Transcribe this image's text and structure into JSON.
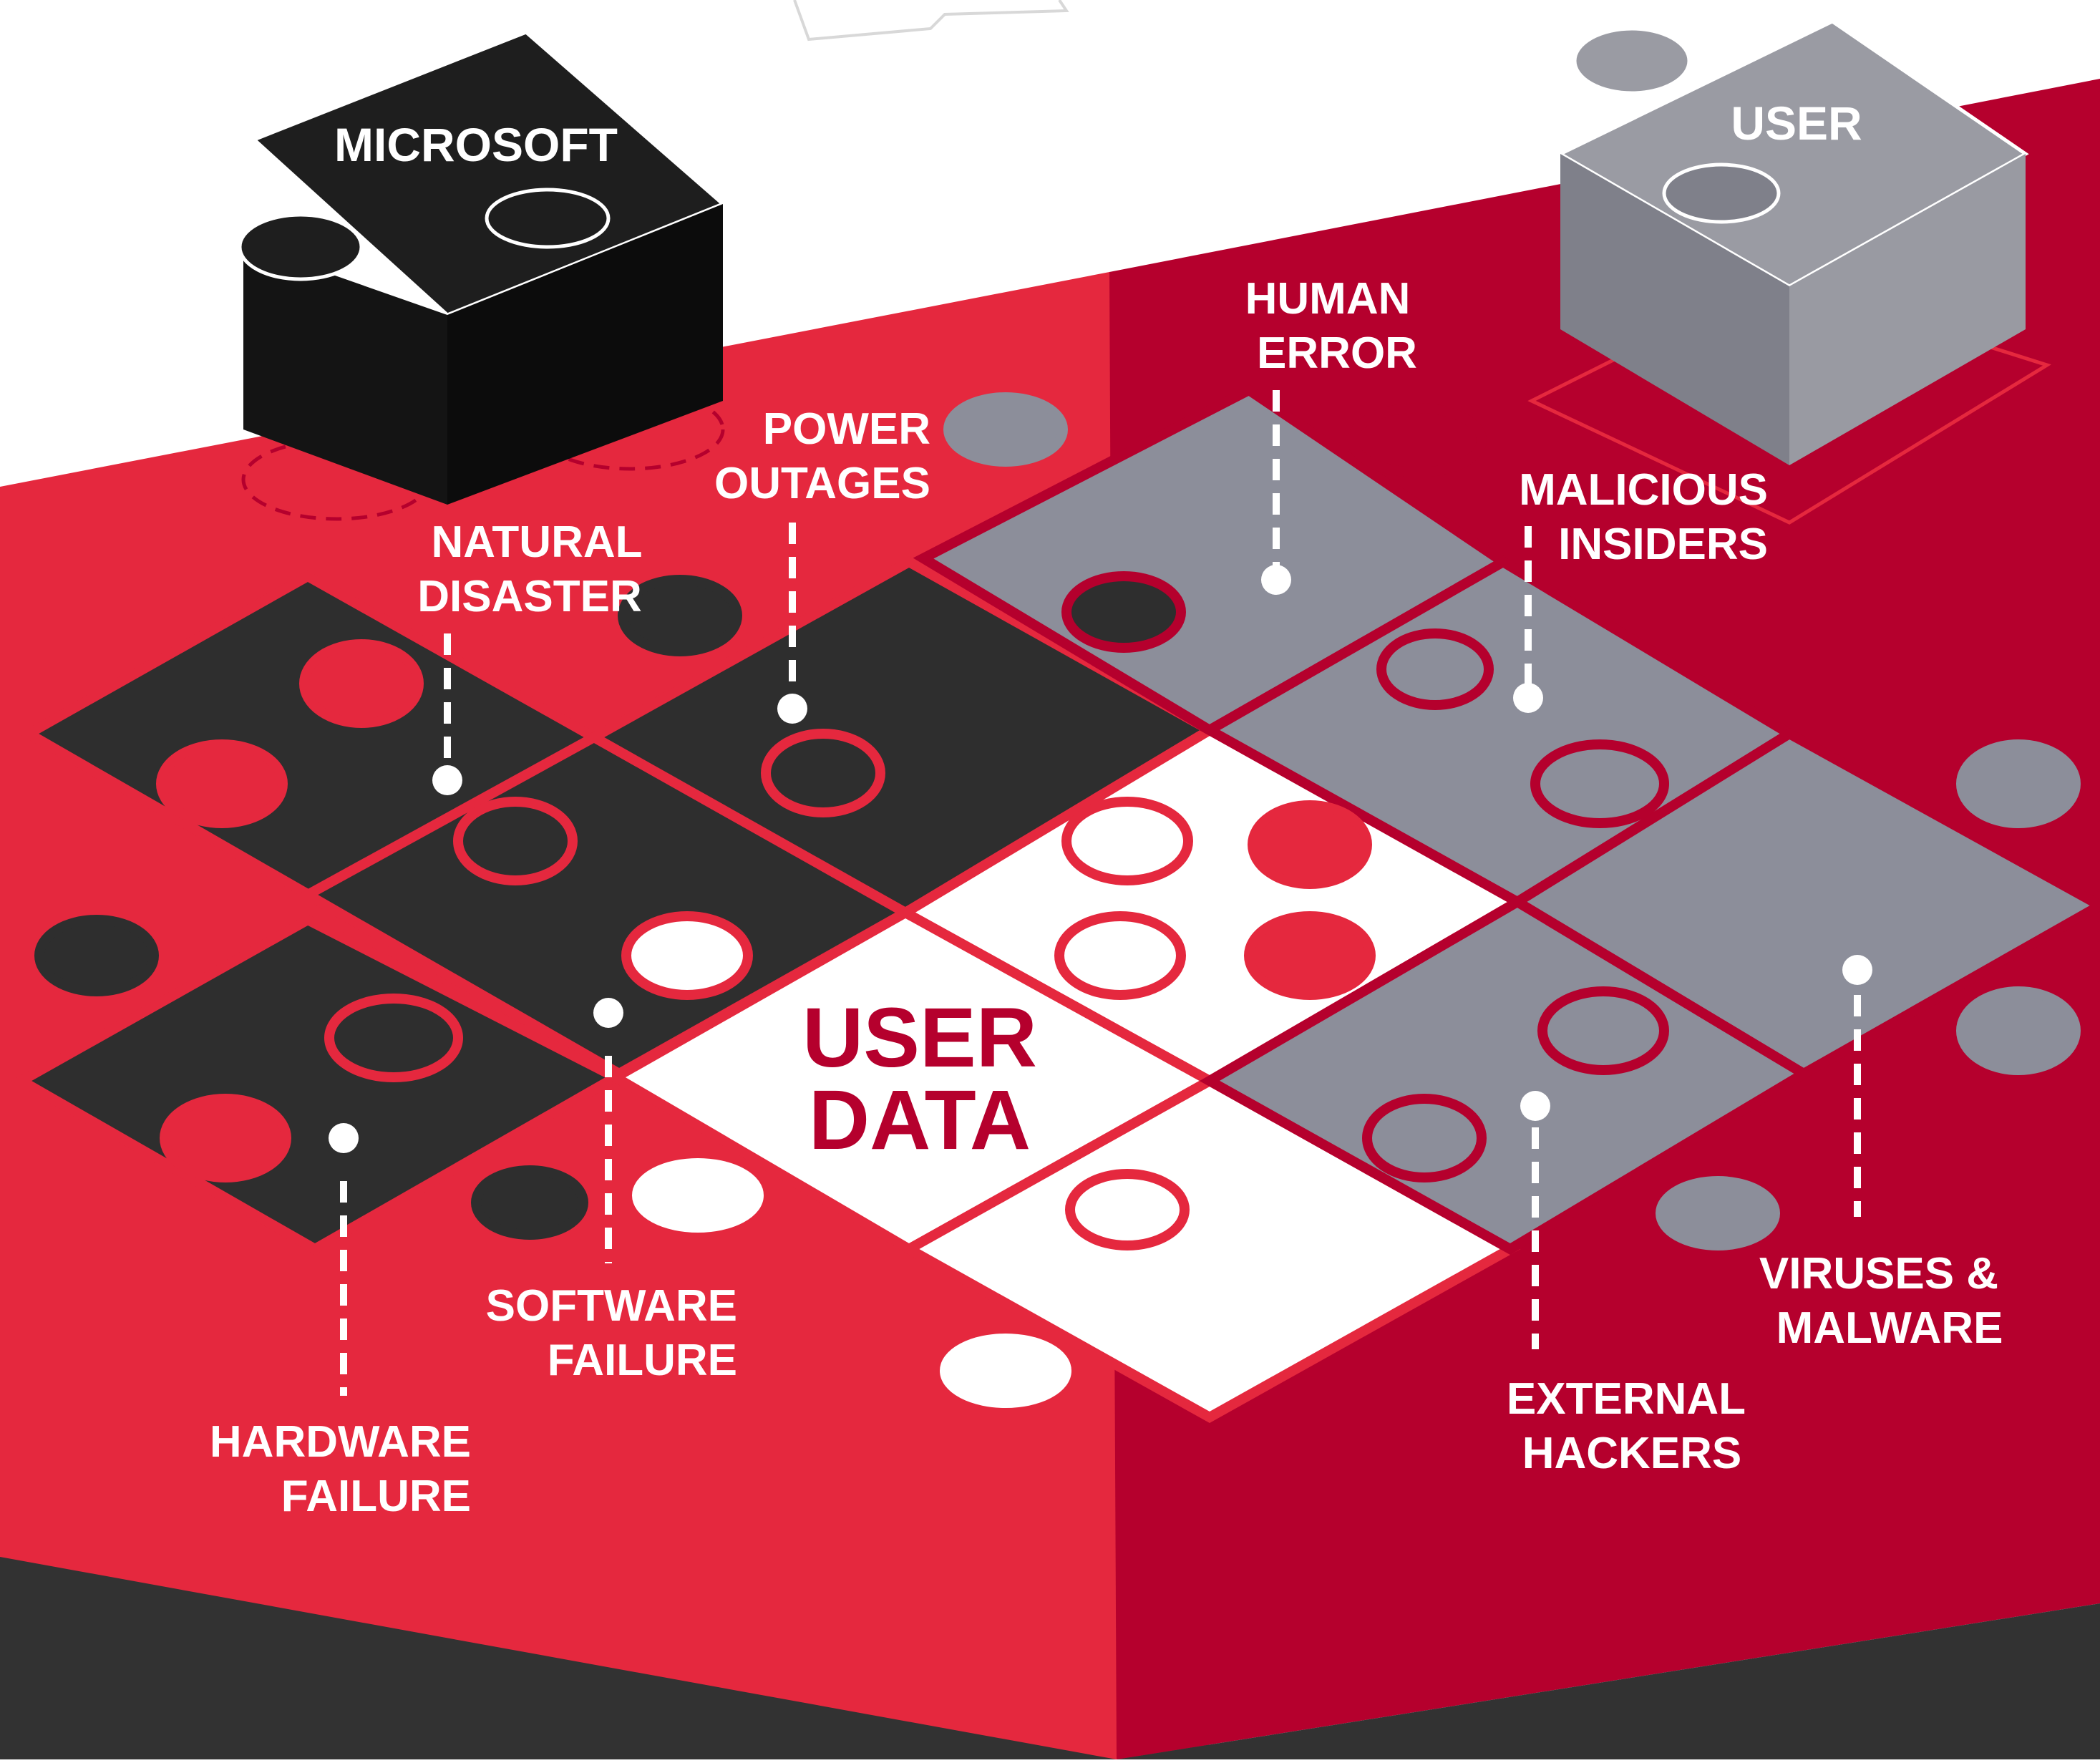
{
  "colors": {
    "bright_red": "#e5283e",
    "deep_red": "#b5002d",
    "charcoal": "#2e2e2e",
    "gray": "#8c8e9a",
    "white": "#ffffff"
  },
  "blocks": {
    "microsoft": "MICROSOFT",
    "user": "USER"
  },
  "center": {
    "line1": "USER",
    "line2": "DATA"
  },
  "threats": {
    "natural_disaster": [
      "NATURAL",
      "DISASTER"
    ],
    "power_outages": [
      "POWER",
      "OUTAGES"
    ],
    "human_error": [
      "HUMAN",
      "ERROR"
    ],
    "malicious_insiders": [
      "MALICIOUS",
      "INSIDERS"
    ],
    "hardware_failure": [
      "HARDWARE",
      "FAILURE"
    ],
    "software_failure": [
      "SOFTWARE",
      "FAILURE"
    ],
    "external_hackers": [
      "EXTERNAL",
      "HACKERS"
    ],
    "viruses_malware": [
      "VIRUSES &",
      "MALWARE"
    ]
  }
}
